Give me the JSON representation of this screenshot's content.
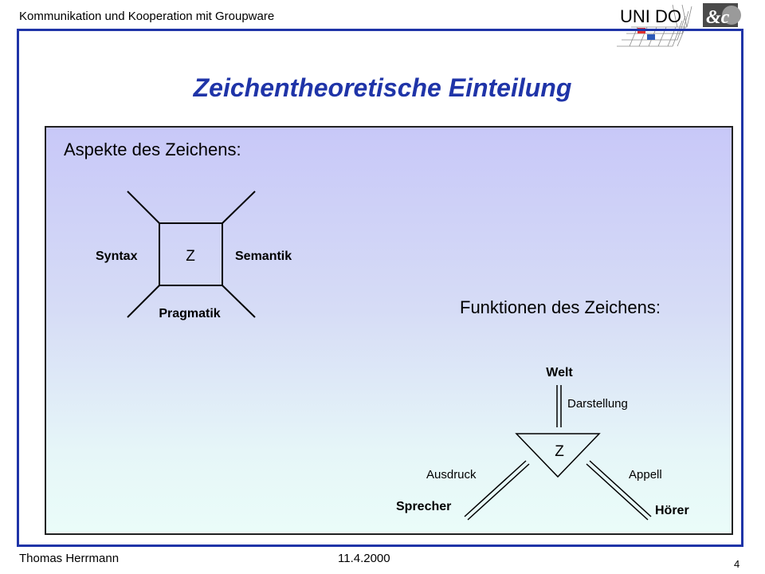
{
  "header": {
    "course": "Kommunikation und Kooperation mit Groupware",
    "logo_uni_text": "UNI DO",
    "logo_amp_text": "&c"
  },
  "title": "Zeichentheoretische Einteilung",
  "aspects": {
    "heading": "Aspekte des Zeichens:",
    "sign": "Z",
    "left": "Syntax",
    "right": "Semantik",
    "bottom": "Pragmatik"
  },
  "functions": {
    "heading": "Funktionen des Zeichens:",
    "sign": "Z",
    "top_node": "Welt",
    "top_function": "Darstellung",
    "left_function": "Ausdruck",
    "left_node": "Sprecher",
    "right_function": "Appell",
    "right_node": "Hörer"
  },
  "footer": {
    "author": "Thomas Herrmann",
    "date": "11.4.2000",
    "page": "4"
  },
  "colors": {
    "title": "#1f34a8",
    "frame": "#1f34a8",
    "panel_top": "#c8c8f8",
    "panel_bottom": "#eafcf9"
  }
}
